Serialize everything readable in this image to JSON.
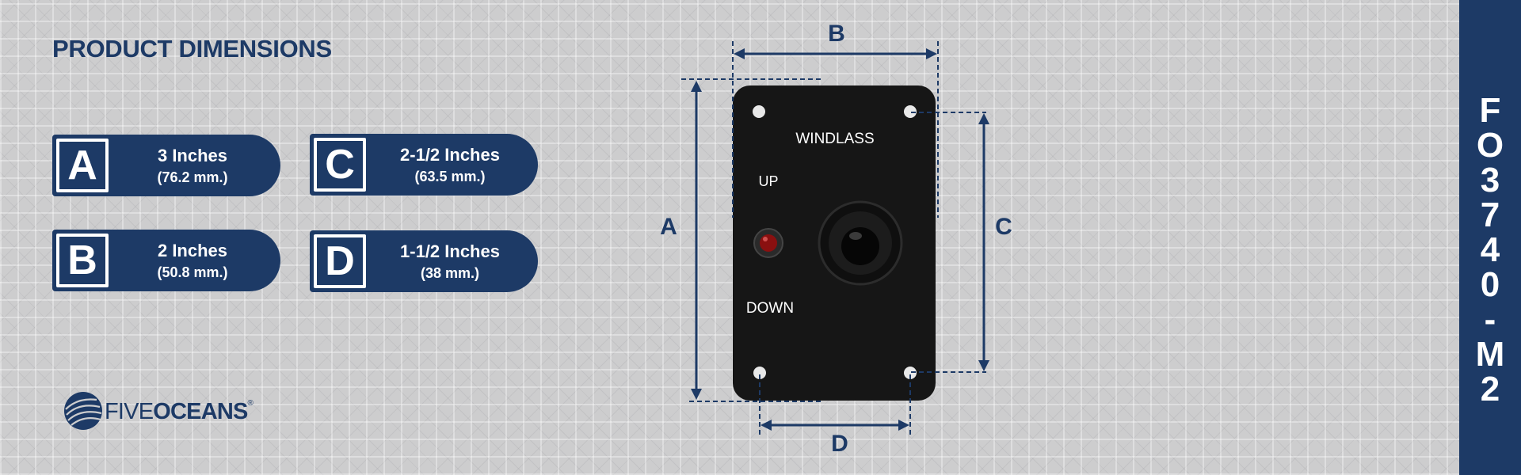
{
  "header": {
    "title": "PRODUCT DIMENSIONS"
  },
  "dimensions": [
    {
      "letter": "A",
      "imperial": "3 Inches",
      "metric": "(76.2 mm.)"
    },
    {
      "letter": "B",
      "imperial": "2 Inches",
      "metric": "(50.8 mm.)"
    },
    {
      "letter": "C",
      "imperial": "2-1/2 Inches",
      "metric": "(63.5 mm.)"
    },
    {
      "letter": "D",
      "imperial": "1-1/2 Inches",
      "metric": "(38 mm.)"
    }
  ],
  "panel": {
    "title": "WINDLASS",
    "up_label": "UP",
    "down_label": "DOWN"
  },
  "drawing_labels": {
    "a": "A",
    "b": "B",
    "c": "C",
    "d": "D"
  },
  "brand": {
    "word1": "FIVE",
    "word2": "OCEANS",
    "reg": "®"
  },
  "model": {
    "chars": [
      "F",
      "O",
      "3",
      "7",
      "4",
      "0",
      "-",
      "M",
      "2"
    ]
  },
  "colors": {
    "navy": "#1d3a66",
    "background": "#cdcdce",
    "white": "#ffffff",
    "panel": "#161616",
    "led": "#8a1010"
  }
}
